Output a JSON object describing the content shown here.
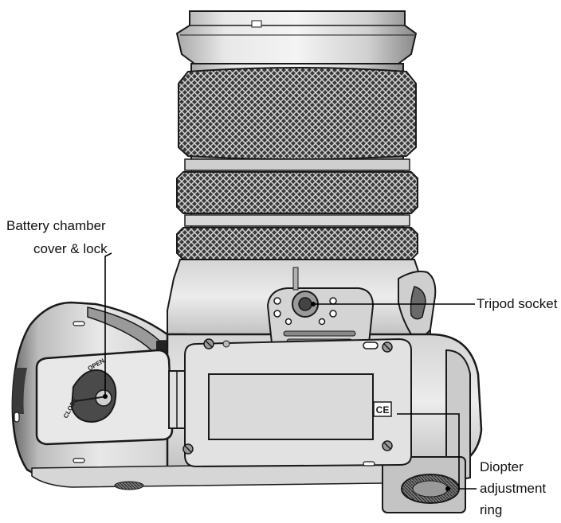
{
  "labels": {
    "battery_line1": "Battery chamber",
    "battery_line2": "cover & lock",
    "tripod": "Tripod socket",
    "diopter_line1": "Diopter",
    "diopter_line2": "adjustment",
    "diopter_line3": "ring"
  },
  "markings": {
    "close": "CLOSE",
    "open": "OPEN",
    "ce": "CE"
  },
  "colors": {
    "body_light": "#e6e6e6",
    "body_mid": "#bdbdbd",
    "body_dark": "#5a5a5a",
    "outline": "#1a1a1a",
    "knurl": "#2a2a2a"
  }
}
